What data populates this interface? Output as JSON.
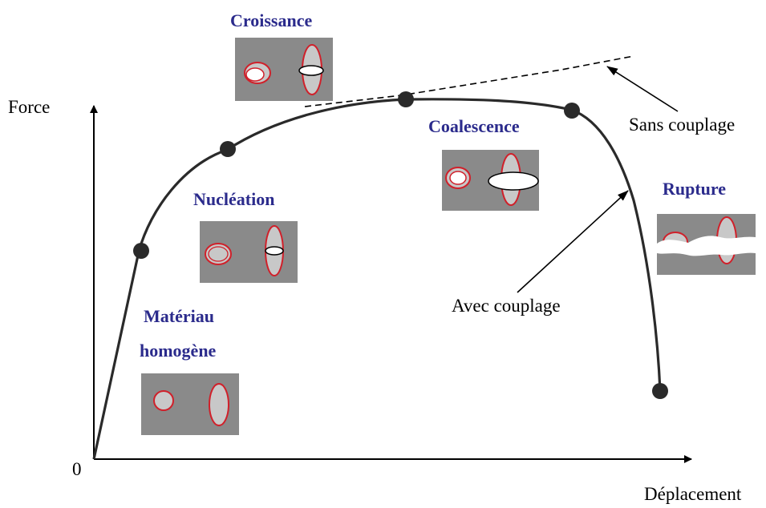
{
  "axes": {
    "y_label": "Force",
    "x_label": "Déplacement",
    "origin_label": "0"
  },
  "annotations": {
    "without_coupling": "Sans couplage",
    "with_coupling": "Avec couplage"
  },
  "stages": {
    "homogeneous": {
      "title_line1": "Matériau",
      "title_line2": "homogène"
    },
    "nucleation": {
      "title": "Nucléation"
    },
    "growth": {
      "title": "Croissance"
    },
    "coalescence": {
      "title": "Coalescence"
    },
    "rupture": {
      "title": "Rupture"
    }
  },
  "colors": {
    "title": "#2b2b8c",
    "curve": "#2a2a2a",
    "panel": "#8a8a8a",
    "void_outline": "#d0202a",
    "inclusion_fill": "#c8c8c8",
    "void_fill": "#ffffff"
  }
}
